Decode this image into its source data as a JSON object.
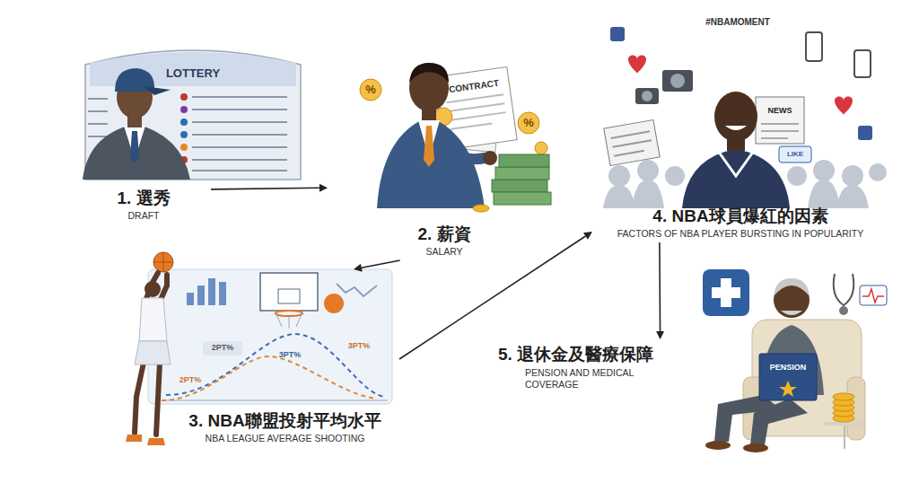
{
  "diagram": {
    "nodes": [
      {
        "text": [
          "1. 選秀",
          "DRAFT"
        ]
      },
      {
        "text": [
          "2. 薪資",
          "SALARY"
        ]
      },
      {
        "text": [
          "3. NBA聯盟投射平均水平",
          "NBA LEAGUE AVERAGE SHOOTING"
        ]
      },
      {
        "text": [
          "4. NBA球員爆紅的因素",
          "FACTORS OF NBA PLAYER BURSTING IN POPULARITY"
        ]
      },
      {
        "text": [
          "5. 退休金及醫療保障",
          "PENSION AND MEDICAL COVERAGE"
        ]
      }
    ],
    "edges": [
      {
        "from": 0,
        "to": 1,
        "arrow": "to"
      },
      {
        "from": 1,
        "to": 2,
        "arrow": "to"
      },
      {
        "from": 2,
        "to": 3,
        "arrow": "to"
      },
      {
        "from": 3,
        "to": 4,
        "arrow": "to"
      }
    ],
    "labels": [
      "LOTTERY",
      "CONTRACT",
      "%",
      "%",
      "2PT%",
      "3PT%",
      "3PT%",
      "2PT%",
      "#NBAMOMENT",
      "NEWS",
      "LIKE",
      "PENSION"
    ]
  }
}
